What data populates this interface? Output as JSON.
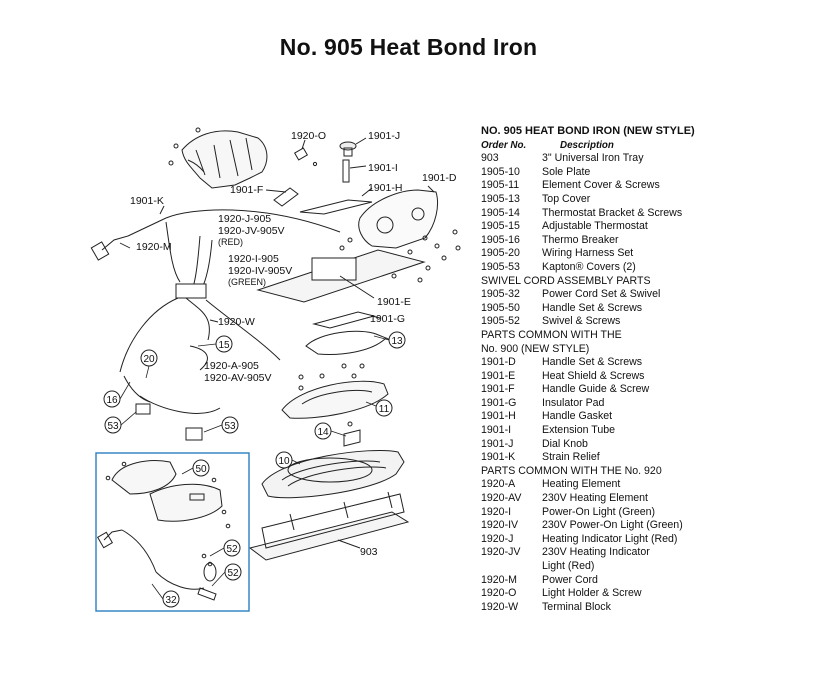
{
  "title": "No. 905 Heat Bond Iron",
  "callouts": {
    "c1920O": "1920-O",
    "c1901J": "1901-J",
    "c1901I": "1901-I",
    "c1901H": "1901-H",
    "c1901F": "1901-F",
    "c1901D": "1901-D",
    "c1901K": "1901-K",
    "c1920M": "1920-M",
    "c1920J905": "1920-J-905",
    "c1920JV905V": "1920-JV-905V",
    "cRed": "(RED)",
    "c1920I905": "1920-I-905",
    "c1920IV905V": "1920-IV-905V",
    "cGreen": "(GREEN)",
    "c1901E": "1901-E",
    "c1901G": "1901-G",
    "c1920W": "1920-W",
    "c1920A905": "1920-A-905",
    "c1920AV905V": "1920-AV-905V",
    "c903": "903",
    "n13": "13",
    "n15": "15",
    "n20": "20",
    "n16": "16",
    "n11": "11",
    "n53a": "53",
    "n53b": "53",
    "n14": "14",
    "n10": "10",
    "n50": "50",
    "n52a": "52",
    "n52b": "52",
    "n32": "32"
  },
  "parts_list": {
    "heading": "NO. 905 HEAT BOND IRON (NEW STYLE)",
    "col_order": "Order No.",
    "col_desc": "Description",
    "sections": [
      {
        "title": "",
        "rows": [
          {
            "no": "903",
            "desc": "3\" Universal Iron Tray"
          },
          {
            "no": "1905-10",
            "desc": "Sole Plate"
          },
          {
            "no": "1905-11",
            "desc": "Element Cover & Screws"
          },
          {
            "no": "1905-13",
            "desc": "Top Cover"
          },
          {
            "no": "1905-14",
            "desc": "Thermostat Bracket & Screws"
          },
          {
            "no": "1905-15",
            "desc": "Adjustable Thermostat"
          },
          {
            "no": "1905-16",
            "desc": "Thermo Breaker"
          },
          {
            "no": "1905-20",
            "desc": "Wiring Harness Set"
          },
          {
            "no": "1905-53",
            "desc": "Kapton® Covers (2)"
          }
        ]
      },
      {
        "title": "SWIVEL CORD ASSEMBLY PARTS",
        "rows": [
          {
            "no": "1905-32",
            "desc": "Power Cord Set & Swivel"
          },
          {
            "no": "1905-50",
            "desc": "Handle Set & Screws"
          },
          {
            "no": "1905-52",
            "desc": "Swivel & Screws"
          }
        ]
      },
      {
        "title": "PARTS COMMON WITH THE",
        "title2": "No. 900 (NEW STYLE)",
        "rows": [
          {
            "no": "1901-D",
            "desc": "Handle Set & Screws"
          },
          {
            "no": "1901-E",
            "desc": "Heat Shield & Screws"
          },
          {
            "no": "1901-F",
            "desc": "Handle Guide & Screw"
          },
          {
            "no": "1901-G",
            "desc": "Insulator Pad"
          },
          {
            "no": "1901-H",
            "desc": "Handle Gasket"
          },
          {
            "no": "1901-I",
            "desc": "Extension Tube"
          },
          {
            "no": "1901-J",
            "desc": "Dial Knob"
          },
          {
            "no": "1901-K",
            "desc": "Strain Relief"
          }
        ]
      },
      {
        "title": "PARTS COMMON WITH THE No. 920",
        "rows": [
          {
            "no": "1920-A",
            "desc": "Heating Element"
          },
          {
            "no": "1920-AV",
            "desc": "230V Heating Element"
          },
          {
            "no": "1920-I",
            "desc": "Power-On Light (Green)"
          },
          {
            "no": "1920-IV",
            "desc": "230V Power-On Light (Green)"
          },
          {
            "no": "1920-J",
            "desc": "Heating Indicator Light (Red)"
          },
          {
            "no": "1920-JV",
            "desc": "230V Heating Indicator"
          },
          {
            "no": "",
            "desc": "Light (Red)"
          },
          {
            "no": "1920-M",
            "desc": "Power Cord"
          },
          {
            "no": "1920-O",
            "desc": "Light Holder & Screw"
          },
          {
            "no": "1920-W",
            "desc": "Terminal Block"
          }
        ]
      }
    ]
  },
  "colors": {
    "inset_border": "#2a7fc0",
    "ink": "#111111"
  }
}
